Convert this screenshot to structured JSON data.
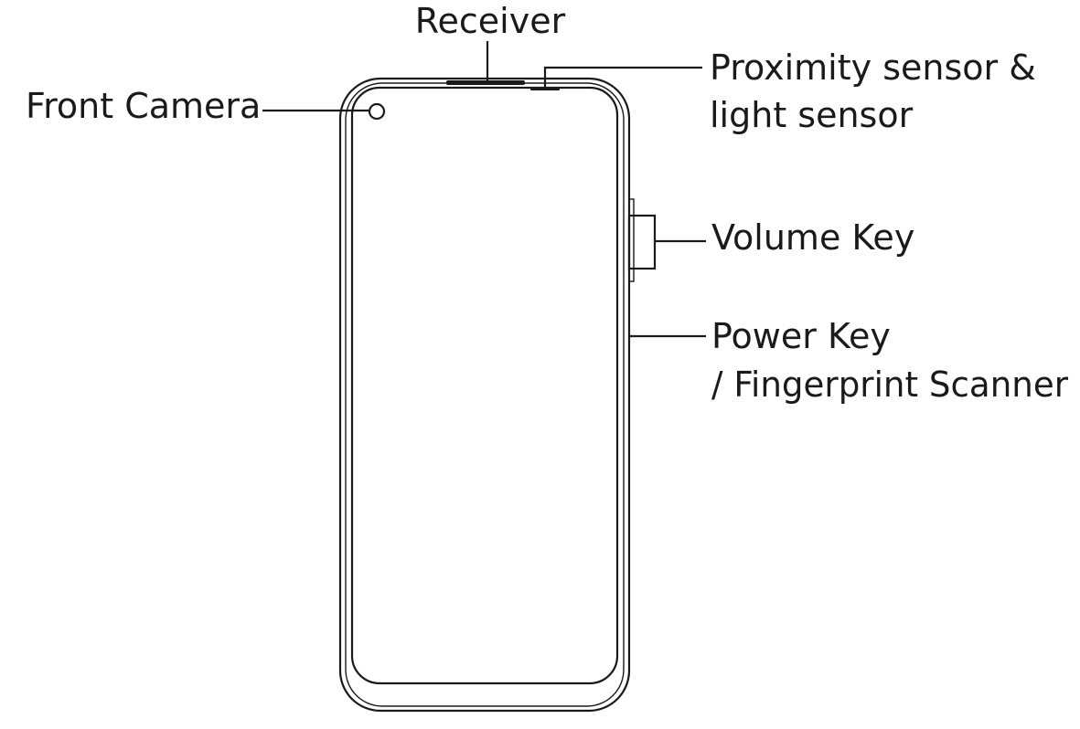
{
  "labels": {
    "receiver": "Receiver",
    "front_camera": "Front Camera",
    "proximity_line1": "Proximity sensor &",
    "proximity_line2": "light sensor",
    "volume_key": "Volume Key",
    "power_line1": "Power Key",
    "power_line2": "/ Fingerprint Scanner"
  },
  "colors": {
    "line": "#1a1a1a",
    "background": "#ffffff"
  }
}
